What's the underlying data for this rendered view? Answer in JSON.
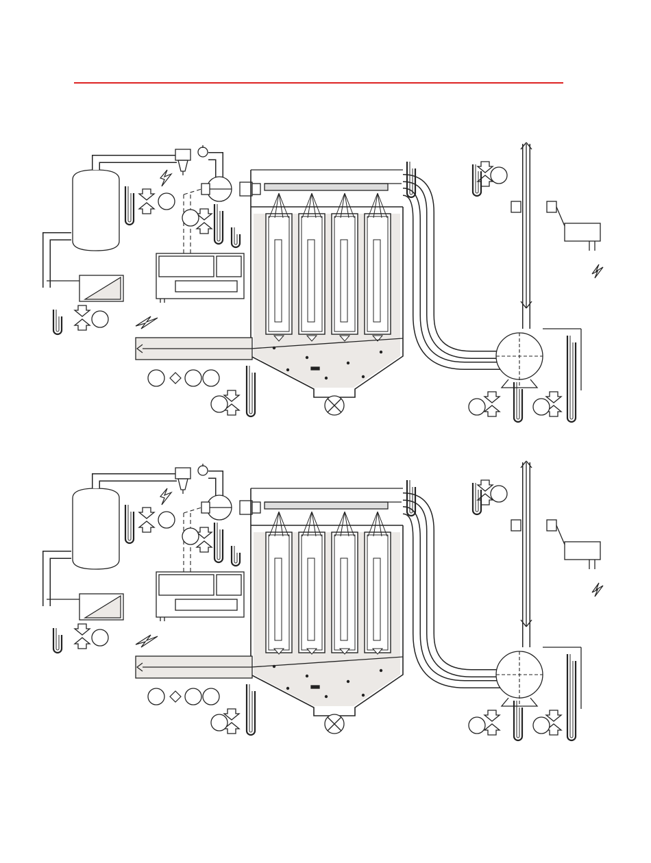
{
  "page": {
    "background": "#ffffff",
    "rule_color": "#dd2222"
  },
  "diagram": {
    "line_color": "#222222",
    "particle_fill": "#ece9e6",
    "panels": [
      {
        "id": "upper",
        "state": "filtering"
      },
      {
        "id": "lower",
        "state": "pulse-cleaning"
      }
    ]
  }
}
